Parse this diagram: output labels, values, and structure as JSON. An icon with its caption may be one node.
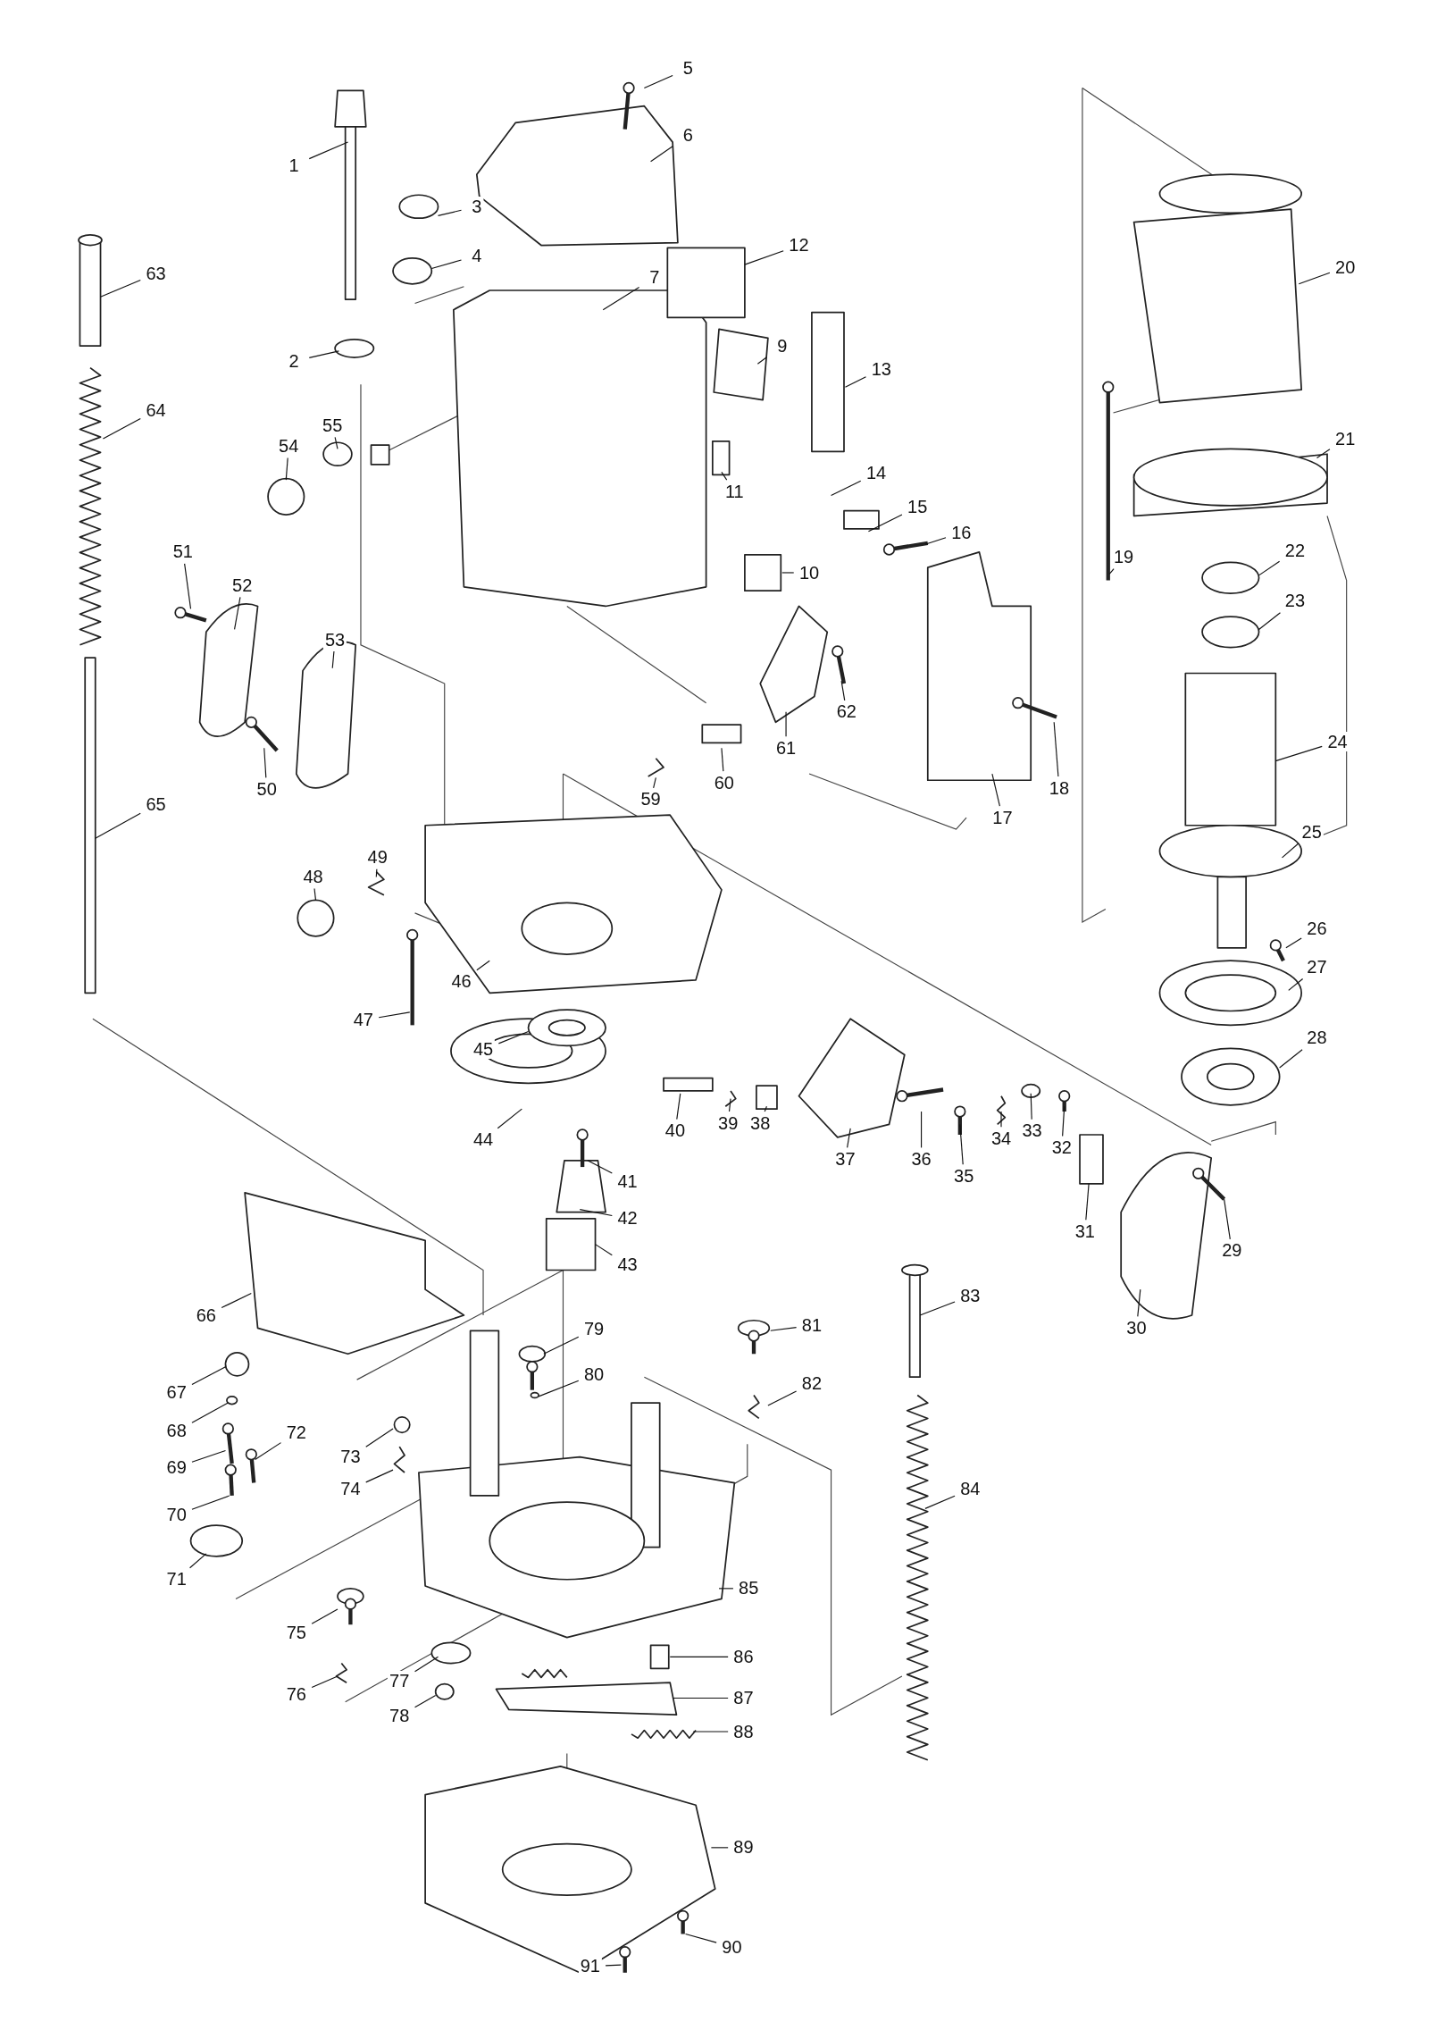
{
  "diagram": {
    "nodes": [
      {
        "text": [
          "1"
        ]
      },
      {
        "text": [
          "2"
        ]
      },
      {
        "text": [
          "3"
        ]
      },
      {
        "text": [
          "4"
        ]
      },
      {
        "text": [
          "5"
        ]
      },
      {
        "text": [
          "6"
        ]
      },
      {
        "text": [
          "7"
        ]
      },
      {
        "text": [
          "9"
        ]
      },
      {
        "text": [
          "10"
        ]
      },
      {
        "text": [
          "11"
        ]
      },
      {
        "text": [
          "12"
        ]
      },
      {
        "text": [
          "13"
        ]
      },
      {
        "text": [
          "14"
        ]
      },
      {
        "text": [
          "15"
        ]
      },
      {
        "text": [
          "16"
        ]
      },
      {
        "text": [
          "17"
        ]
      },
      {
        "text": [
          "18"
        ]
      },
      {
        "text": [
          "19"
        ]
      },
      {
        "text": [
          "20"
        ]
      },
      {
        "text": [
          "21"
        ]
      },
      {
        "text": [
          "22"
        ]
      },
      {
        "text": [
          "23"
        ]
      },
      {
        "text": [
          "24"
        ]
      },
      {
        "text": [
          "25"
        ]
      },
      {
        "text": [
          "26"
        ]
      },
      {
        "text": [
          "27"
        ]
      },
      {
        "text": [
          "28"
        ]
      },
      {
        "text": [
          "29"
        ]
      },
      {
        "text": [
          "30"
        ]
      },
      {
        "text": [
          "31"
        ]
      },
      {
        "text": [
          "32"
        ]
      },
      {
        "text": [
          "33"
        ]
      },
      {
        "text": [
          "34"
        ]
      },
      {
        "text": [
          "35"
        ]
      },
      {
        "text": [
          "36"
        ]
      },
      {
        "text": [
          "37"
        ]
      },
      {
        "text": [
          "38"
        ]
      },
      {
        "text": [
          "39"
        ]
      },
      {
        "text": [
          "40"
        ]
      },
      {
        "text": [
          "41"
        ]
      },
      {
        "text": [
          "42"
        ]
      },
      {
        "text": [
          "43"
        ]
      },
      {
        "text": [
          "44"
        ]
      },
      {
        "text": [
          "45"
        ]
      },
      {
        "text": [
          "46"
        ]
      },
      {
        "text": [
          "47"
        ]
      },
      {
        "text": [
          "48"
        ]
      },
      {
        "text": [
          "49"
        ]
      },
      {
        "text": [
          "50"
        ]
      },
      {
        "text": [
          "51"
        ]
      },
      {
        "text": [
          "52"
        ]
      },
      {
        "text": [
          "53"
        ]
      },
      {
        "text": [
          "54"
        ]
      },
      {
        "text": [
          "55"
        ]
      },
      {
        "text": [
          "59"
        ]
      },
      {
        "text": [
          "60"
        ]
      },
      {
        "text": [
          "61"
        ]
      },
      {
        "text": [
          "62"
        ]
      },
      {
        "text": [
          "63"
        ]
      },
      {
        "text": [
          "64"
        ]
      },
      {
        "text": [
          "65"
        ]
      },
      {
        "text": [
          "66"
        ]
      },
      {
        "text": [
          "67"
        ]
      },
      {
        "text": [
          "68"
        ]
      },
      {
        "text": [
          "69"
        ]
      },
      {
        "text": [
          "70"
        ]
      },
      {
        "text": [
          "71"
        ]
      },
      {
        "text": [
          "72"
        ]
      },
      {
        "text": [
          "73"
        ]
      },
      {
        "text": [
          "74"
        ]
      },
      {
        "text": [
          "75"
        ]
      },
      {
        "text": [
          "76"
        ]
      },
      {
        "text": [
          "77"
        ]
      },
      {
        "text": [
          "78"
        ]
      },
      {
        "text": [
          "79"
        ]
      },
      {
        "text": [
          "80"
        ]
      },
      {
        "text": [
          "81"
        ]
      },
      {
        "text": [
          "82"
        ]
      },
      {
        "text": [
          "83"
        ]
      },
      {
        "text": [
          "84"
        ]
      },
      {
        "text": [
          "85"
        ]
      },
      {
        "text": [
          "86"
        ]
      },
      {
        "text": [
          "87"
        ]
      },
      {
        "text": [
          "88"
        ]
      },
      {
        "text": [
          "89"
        ]
      },
      {
        "text": [
          "90"
        ]
      },
      {
        "text": [
          "91"
        ]
      }
    ],
    "edges": [
      {
        "from": 0,
        "to": null,
        "arrow": "none"
      },
      {
        "from": 1,
        "to": null,
        "arrow": "none"
      },
      {
        "from": 2,
        "to": null,
        "arrow": "none"
      },
      {
        "from": 3,
        "to": null,
        "arrow": "none"
      },
      {
        "from": 4,
        "to": null,
        "arrow": "none"
      },
      {
        "from": 5,
        "to": null,
        "arrow": "none"
      },
      {
        "from": 6,
        "to": null,
        "arrow": "none"
      },
      {
        "from": 7,
        "to": null,
        "arrow": "none"
      },
      {
        "from": 8,
        "to": null,
        "arrow": "none"
      },
      {
        "from": 9,
        "to": null,
        "arrow": "none"
      },
      {
        "from": 10,
        "to": null,
        "arrow": "none"
      },
      {
        "from": 11,
        "to": null,
        "arrow": "none"
      },
      {
        "from": 12,
        "to": null,
        "arrow": "none"
      },
      {
        "from": 13,
        "to": null,
        "arrow": "none"
      },
      {
        "from": 14,
        "to": null,
        "arrow": "none"
      },
      {
        "from": 15,
        "to": null,
        "arrow": "none"
      },
      {
        "from": 16,
        "to": null,
        "arrow": "none"
      },
      {
        "from": 17,
        "to": null,
        "arrow": "none"
      },
      {
        "from": 18,
        "to": null,
        "arrow": "none"
      },
      {
        "from": 19,
        "to": null,
        "arrow": "none"
      },
      {
        "from": 20,
        "to": null,
        "arrow": "none"
      },
      {
        "from": 21,
        "to": null,
        "arrow": "none"
      },
      {
        "from": 22,
        "to": null,
        "arrow": "none"
      },
      {
        "from": 23,
        "to": null,
        "arrow": "none"
      },
      {
        "from": 24,
        "to": null,
        "arrow": "none"
      },
      {
        "from": 25,
        "to": null,
        "arrow": "none"
      },
      {
        "from": 26,
        "to": null,
        "arrow": "none"
      },
      {
        "from": 27,
        "to": null,
        "arrow": "none"
      },
      {
        "from": 28,
        "to": null,
        "arrow": "none"
      },
      {
        "from": 29,
        "to": null,
        "arrow": "none"
      },
      {
        "from": 30,
        "to": null,
        "arrow": "none"
      },
      {
        "from": 31,
        "to": null,
        "arrow": "none"
      },
      {
        "from": 32,
        "to": null,
        "arrow": "none"
      },
      {
        "from": 33,
        "to": null,
        "arrow": "none"
      },
      {
        "from": 34,
        "to": null,
        "arrow": "none"
      },
      {
        "from": 35,
        "to": null,
        "arrow": "none"
      },
      {
        "from": 36,
        "to": null,
        "arrow": "none"
      },
      {
        "from": 37,
        "to": null,
        "arrow": "none"
      },
      {
        "from": 38,
        "to": null,
        "arrow": "none"
      },
      {
        "from": 39,
        "to": null,
        "arrow": "none"
      },
      {
        "from": 40,
        "to": null,
        "arrow": "none"
      },
      {
        "from": 41,
        "to": null,
        "arrow": "none"
      },
      {
        "from": 42,
        "to": null,
        "arrow": "none"
      },
      {
        "from": 43,
        "to": null,
        "arrow": "none"
      },
      {
        "from": 44,
        "to": null,
        "arrow": "none"
      },
      {
        "from": 45,
        "to": null,
        "arrow": "none"
      },
      {
        "from": 46,
        "to": null,
        "arrow": "none"
      },
      {
        "from": 47,
        "to": null,
        "arrow": "none"
      },
      {
        "from": 48,
        "to": null,
        "arrow": "none"
      },
      {
        "from": 49,
        "to": null,
        "arrow": "none"
      },
      {
        "from": 50,
        "to": null,
        "arrow": "none"
      },
      {
        "from": 51,
        "to": null,
        "arrow": "none"
      },
      {
        "from": 52,
        "to": null,
        "arrow": "none"
      },
      {
        "from": 53,
        "to": null,
        "arrow": "none"
      },
      {
        "from": 54,
        "to": null,
        "arrow": "none"
      },
      {
        "from": 55,
        "to": null,
        "arrow": "none"
      },
      {
        "from": 56,
        "to": null,
        "arrow": "none"
      },
      {
        "from": 57,
        "to": null,
        "arrow": "none"
      },
      {
        "from": 58,
        "to": null,
        "arrow": "none"
      },
      {
        "from": 59,
        "to": null,
        "arrow": "none"
      },
      {
        "from": 60,
        "to": null,
        "arrow": "none"
      },
      {
        "from": 61,
        "to": null,
        "arrow": "none"
      },
      {
        "from": 62,
        "to": null,
        "arrow": "none"
      },
      {
        "from": 63,
        "to": null,
        "arrow": "none"
      },
      {
        "from": 64,
        "to": null,
        "arrow": "none"
      },
      {
        "from": 65,
        "to": null,
        "arrow": "none"
      },
      {
        "from": 66,
        "to": null,
        "arrow": "none"
      },
      {
        "from": 67,
        "to": null,
        "arrow": "none"
      },
      {
        "from": 68,
        "to": null,
        "arrow": "none"
      },
      {
        "from": 69,
        "to": null,
        "arrow": "none"
      },
      {
        "from": 70,
        "to": null,
        "arrow": "none"
      },
      {
        "from": 71,
        "to": null,
        "arrow": "none"
      },
      {
        "from": 72,
        "to": null,
        "arrow": "none"
      },
      {
        "from": 73,
        "to": null,
        "arrow": "none"
      },
      {
        "from": 74,
        "to": null,
        "arrow": "none"
      },
      {
        "from": 75,
        "to": null,
        "arrow": "none"
      },
      {
        "from": 76,
        "to": null,
        "arrow": "none"
      },
      {
        "from": 77,
        "to": null,
        "arrow": "none"
      },
      {
        "from": 78,
        "to": null,
        "arrow": "none"
      },
      {
        "from": 79,
        "to": null,
        "arrow": "none"
      },
      {
        "from": 80,
        "to": null,
        "arrow": "none"
      },
      {
        "from": 81,
        "to": null,
        "arrow": "none"
      },
      {
        "from": 82,
        "to": null,
        "arrow": "none"
      },
      {
        "from": 83,
        "to": null,
        "arrow": "none"
      },
      {
        "from": 84,
        "to": null,
        "arrow": "none"
      },
      {
        "from": 85,
        "to": null,
        "arrow": "none"
      },
      {
        "from": 86,
        "to": null,
        "arrow": "none"
      }
    ]
  }
}
